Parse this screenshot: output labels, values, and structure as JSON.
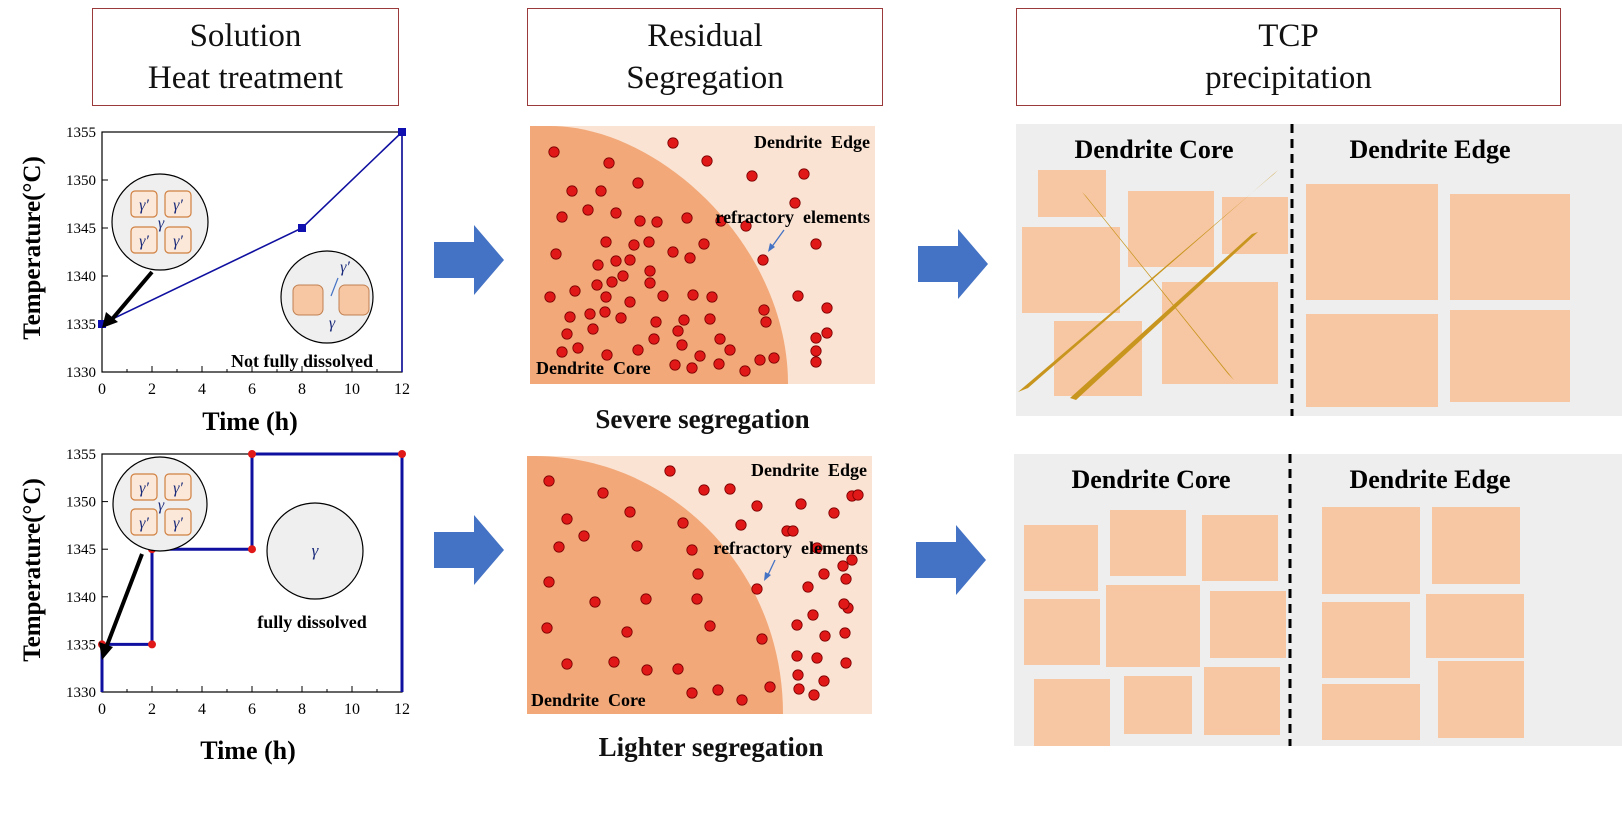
{
  "headers": {
    "solution": {
      "line1": "Solution",
      "line2": "Heat treatment"
    },
    "residual": {
      "line1": "Residual",
      "line2": "Segregation"
    },
    "tcp": {
      "line1": "TCP",
      "line2": "precipitation"
    }
  },
  "top_chart": {
    "ylabel": "Temperature(°C)",
    "xlabel": "Time (h)",
    "xticks": [
      "0",
      "2",
      "4",
      "6",
      "8",
      "10",
      "12"
    ],
    "yticks": [
      "1330",
      "1335",
      "1340",
      "1345",
      "1350",
      "1355"
    ],
    "annotation": "Not fully dissolved",
    "inset_a": {
      "gp": "γ′",
      "g": "γ"
    },
    "inset_b": {
      "gp": "γ′",
      "g": "γ"
    }
  },
  "bottom_chart": {
    "ylabel": "Temperature(°C)",
    "xlabel": "Time (h)",
    "xticks": [
      "0",
      "2",
      "4",
      "6",
      "8",
      "10",
      "12"
    ],
    "yticks": [
      "1330",
      "1335",
      "1340",
      "1345",
      "1350",
      "1355"
    ],
    "annotation": "fully dissolved",
    "inset_a": {
      "gp": "γ′",
      "g": "γ"
    },
    "inset_b": {
      "g": "γ"
    }
  },
  "chart_data": [
    {
      "type": "line",
      "xlabel": "Time (h)",
      "ylabel": "Temperature(°C)",
      "xlim": [
        0,
        12
      ],
      "ylim": [
        1330,
        1355
      ],
      "series": [
        {
          "x": [
            0,
            8,
            12,
            12
          ],
          "y": [
            1335,
            1345,
            1355,
            1330
          ]
        }
      ]
    },
    {
      "type": "line",
      "xlabel": "Time (h)",
      "ylabel": "Temperature(°C)",
      "xlim": [
        0,
        12
      ],
      "ylim": [
        1330,
        1355
      ],
      "series": [
        {
          "x": [
            0,
            0,
            2,
            2,
            6,
            6,
            12,
            12
          ],
          "y": [
            1330,
            1335,
            1335,
            1345,
            1345,
            1355,
            1355,
            1330
          ]
        }
      ]
    }
  ],
  "segregation_top": {
    "edge_label": "Dendrite  Edge",
    "core_label": "Dendrite  Core",
    "refractory_label": "refractory  elements"
  },
  "segregation_bottom": {
    "edge_label": "Dendrite  Edge",
    "core_label": "Dendrite  Core",
    "refractory_label": "refractory  elements"
  },
  "captions": {
    "severe": "Severe segregation",
    "lighter": "Lighter segregation"
  },
  "tcp_top": {
    "core_label": "Dendrite Core",
    "edge_label": "Dendrite Edge"
  },
  "tcp_bottom": {
    "core_label": "Dendrite Core",
    "edge_label": "Dendrite Edge"
  },
  "colors": {
    "header_border": "#9b3a3a",
    "arrow": "#4472c4",
    "curve": "#1010a0",
    "core": "#f2a878",
    "edge": "#fae3d3",
    "dot": "#e01818",
    "block": "#f7c6a3",
    "needle": "#c8961e",
    "panel_bg": "#eeeeee"
  }
}
